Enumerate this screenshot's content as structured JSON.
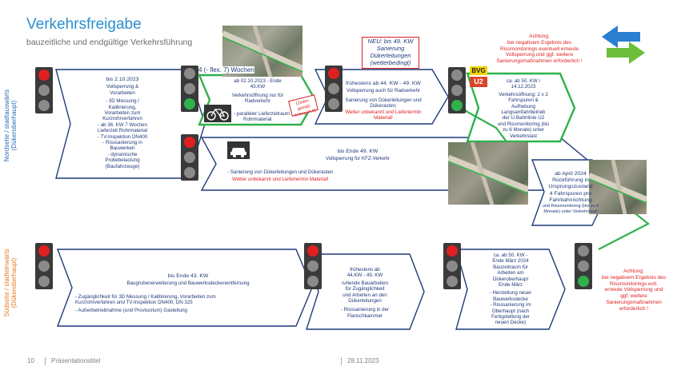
{
  "header": {
    "title": "Verkehrsfreigabe",
    "subtitle": "bauzeitliche und endgültige Verkehrsführung"
  },
  "side_labels": {
    "north": [
      "Nordseite / stadtauswärts",
      "(Dükeroberhaupt)"
    ],
    "south": [
      "Südseite / stadteinwärts",
      "(Dükeroberhaupt)"
    ]
  },
  "north": {
    "step1": {
      "head": "bis 2.10.2023",
      "sub": [
        "Vollsperrung &",
        "Vorarbeiten"
      ],
      "items": [
        "- 3D Messung /",
        "Kalibrierung,",
        "Vorarbeiten zum",
        "Kurzrohrverfahren",
        "- ab 36. KW 7 Wochen",
        "Lieferzeit Rohrmaterial",
        "- TV-Inspektion DN400",
        "- Risssanierung in",
        "Bauwerken",
        "- dynamische",
        "Probebelastung",
        "(Baufahrzeuge)"
      ]
    },
    "flex_note": "4 (- flex. 7) Wochen",
    "step2": {
      "head": [
        "ab 02.10.2023 -  Ende",
        "43.KW"
      ],
      "sub": [
        "Verkehrsöffnung  nur für",
        "Radverkehr"
      ],
      "items": [
        "- paralleler Lieferzeitraum",
        "Rohrmaterial"
      ],
      "stamp": [
        "(Zeiten gemäß",
        "Antrag VLB)"
      ]
    },
    "car_step": {
      "head": "bis Ende 49. KW",
      "sub": "Vollsperrung für KFZ-Verkehr",
      "item": "- Sanierung von Dükerleitungen und Dükerasten",
      "warn": "Wetter unbekannt und Liefertermin Material!"
    },
    "new_box": [
      "NEU: bis 49. KW",
      "Sanierung",
      "Dükerleitungen",
      "(wetterbedingt)"
    ],
    "step3": {
      "head": "frühestens ab 44. KW - 49. KW",
      "sub": "Vollsperrung auch für Radverkehr",
      "items": [
        "Sanierung von Dükerleitungen und",
        "Dükerasten;"
      ],
      "warn": "Wetter unbekannt und Liefertermin Material!"
    },
    "bvg": {
      "top": "BVG",
      "bottom": "U2"
    },
    "step4": {
      "head": [
        "ca. ab 50. KW /",
        "14.12.2023"
      ],
      "items": [
        "Verkehrsöffnung: 2 x 2",
        "Fahrspuren &",
        "Aufhebung",
        "Langsamfahrbetrieb",
        "der U-Bahnlinie U2",
        "und Rissmonitoring (bis",
        "zu 6 Monate) unter",
        "Verkehrslast"
      ]
    },
    "step5": {
      "head": [
        "ab April 2024",
        "Rückführung in",
        "Ursprungszustand",
        "4 Fahrspuren pro",
        "Fahrbahnrichtung"
      ],
      "items": [
        "und Rissmonitoring (bis zu 6",
        "Monate) unter Verkehrslast"
      ]
    },
    "warning": [
      "Achtung:",
      "bei negativem Ergebnis des",
      "Rissmonitorings eventuell erneute",
      "Vollsperrung  und ggf. weitere",
      "Sanierungsmaßnahmen erforderlich !"
    ]
  },
  "south": {
    "step1": {
      "head": "bis Ende 43. KW",
      "sub": "Baugrubenerweiterung und Bauwerksdeckenentfernung",
      "items": [
        "- Zugänglichkeit für 3D Messung / Kalibrierung, Vorarbeiten zum",
        "Kurzrohrverfahren und TV-Inspektion DN400, DN 325",
        "- Außerbetriebnahme (und Provisorium) Gasleitung"
      ]
    },
    "step2": {
      "head": [
        "frühestens ab",
        "44.KW - 49. KW"
      ],
      "items": [
        "ruhende Bauarbeiten",
        "für Zugänglichkeit",
        "und Arbeiten an den",
        "Dükerleitungen",
        "",
        "- Risssanierung in der",
        "Flanschkammer"
      ]
    },
    "step3": {
      "head": [
        "ca. ab 50. KW -",
        "Ende März 2024"
      ],
      "sub": [
        "Bauzeitraum für",
        "Arbeiten am",
        "Dükeroberhaupt",
        "Ende März"
      ],
      "items": [
        "- Herstellung neuer",
        "Bauwerksdecke",
        "- Risssanierung im",
        "Oberhaupt (nach",
        "Fertigstellung der",
        "neuen Decke)"
      ]
    },
    "warning": [
      "Achtung:",
      "bei negativem Ergebnis des",
      "Rissmonitorings evtl.",
      "erneute Vollsperrung  und",
      "ggf. weitere",
      "Sanierungsmaßnahmen",
      "erforderlich !"
    ]
  },
  "footer": {
    "page": "10",
    "title": "Präsentationstitel",
    "date": "28.11.2023"
  },
  "colors": {
    "title": "#2a8fd0",
    "navy": "#1f3a7a",
    "green": "#2fb24c",
    "red": "#e02020",
    "orange": "#e87a1e",
    "logo_blue": "#2a7fd0",
    "logo_green": "#6cbf3a"
  }
}
